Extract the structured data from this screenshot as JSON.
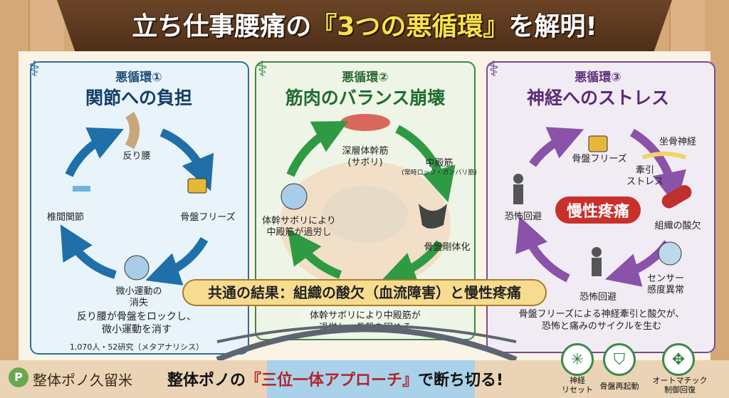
{
  "title": {
    "pre": "立ち仕事腰痛の",
    "highlight": "『3つの悪循環』",
    "post": "を解明!"
  },
  "panel1": {
    "label": "悪循環①",
    "heading": "関節への負担",
    "nodes": [
      "反り腰",
      "骨盤フリーズ",
      "微小運動の\n消失",
      "椎間関節"
    ],
    "desc": [
      "反り腰が骨盤をロックし、",
      "微小運動を消す"
    ],
    "study": "1,070人・52研究（メタアナリシス）",
    "color": "#1f6fa8"
  },
  "panel2": {
    "label": "悪循環②",
    "heading": "筋肉のバランス崩壊",
    "nodes": [
      "深層体幹筋\n(サボリ)",
      "中殿筋",
      "(常時ロック・ガンバリ筋)",
      "骨盤剛体化",
      "体幹サボリにより\n中殿筋が過労し"
    ],
    "desc": [
      "体幹サボリにより中殿筋が",
      "過労し、骨盤を固める"
    ],
    "color": "#2f9a44"
  },
  "panel3": {
    "label": "悪循環③",
    "heading": "神経へのストレス",
    "nodes": [
      "骨盤フリーズ",
      "坐骨神経",
      "牽引\nストレス",
      "組織の酸欠",
      "センサー\n感度異常",
      "恐怖回避",
      "恐怖回避"
    ],
    "center": "慢性疼痛",
    "desc": [
      "骨盤フリーズによる神経牽引と酸欠が、",
      "恐怖と痛みのサイクルを生む"
    ],
    "color": "#8a52a8"
  },
  "banner": "共通の結果：組織の酸欠（血流障害）と慢性疼痛",
  "footer": {
    "brand": "整体ポノ久留米",
    "tag_pre": "整体ポノの",
    "tag_hl": "『三位一体アプローチ』",
    "tag_post": "で断ち切る!",
    "icons": [
      {
        "name": "neuron-icon",
        "label": "神経\nリセット"
      },
      {
        "name": "pelvis-icon",
        "label": "骨盤再起動"
      },
      {
        "name": "autonomic-icon",
        "label": "オートマチック\n制御回復"
      }
    ]
  }
}
